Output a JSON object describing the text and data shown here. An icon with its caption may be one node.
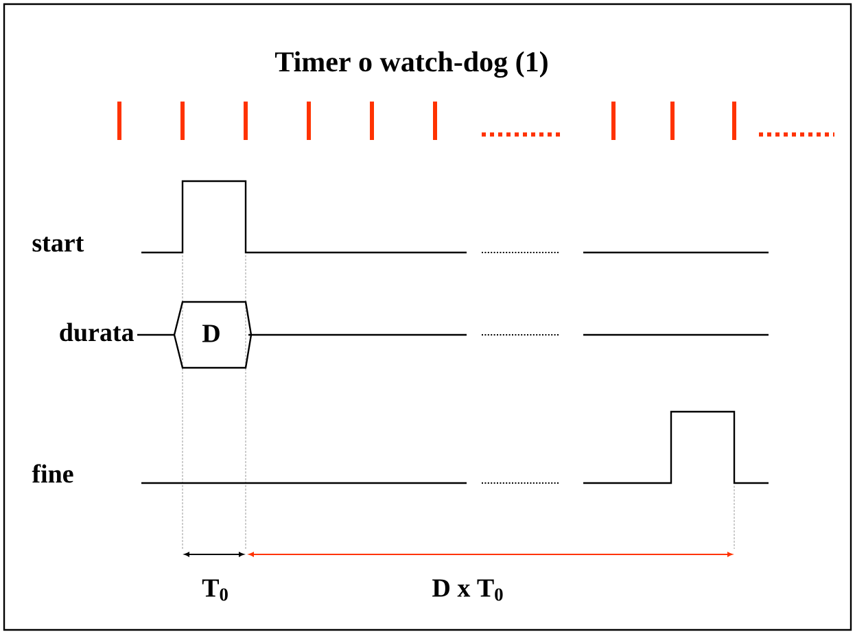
{
  "diagram": {
    "title": "Timer o watch-dog (1)",
    "labels": [
      "start",
      "durata",
      "D",
      "fine",
      "T$_{0}$",
      "D x T$_{0}$"
    ]
  }
}
